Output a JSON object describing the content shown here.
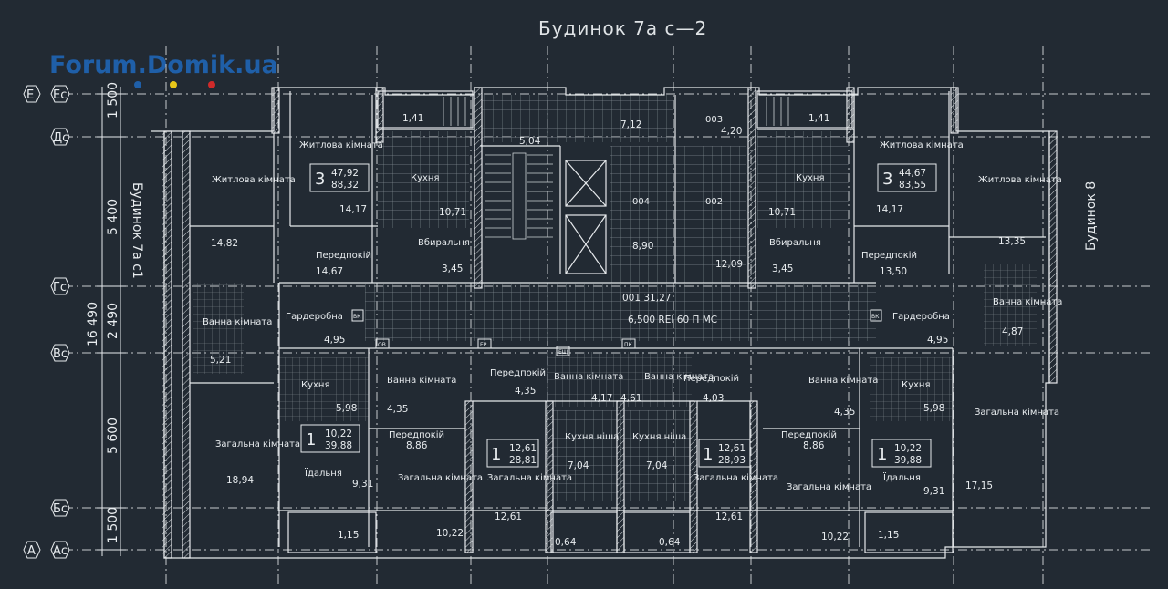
{
  "title": "Будинок 7а с—2",
  "watermark": "Forum.Domik.ua",
  "side_left": "Будинок 7а с1",
  "side_right": "Будинок 8",
  "colors": {
    "background": "#222a33",
    "lines": "#e6e9ec",
    "tile": "#8e979e",
    "watermark": "#1f5fa8",
    "accent_yellow": "#e7c619",
    "accent_red": "#d02a2a"
  },
  "axes": {
    "left_pairs": [
      {
        "a": "Е",
        "b": "Ес"
      },
      {
        "a": "",
        "b": "Дс"
      },
      {
        "a": "",
        "b": "Гс"
      },
      {
        "a": "",
        "b": "Вс"
      },
      {
        "a": "",
        "b": "Бс"
      },
      {
        "a": "А",
        "b": "Ас"
      }
    ],
    "dims": [
      "1 500",
      "5 400",
      "2 490",
      "5 600",
      "1 500"
    ],
    "total": "16 490"
  },
  "corridor": {
    "label": "001  31,27",
    "mark": "6,500   REI 60  П  МС"
  },
  "apartments": {
    "left_top": {
      "rooms": "3",
      "area": "47,92",
      "total": "88,32"
    },
    "right_top": {
      "rooms": "3",
      "area": "44,67",
      "total": "83,55"
    },
    "left_bottom": {
      "rooms": "1",
      "area": "10,22",
      "total": "39,88"
    },
    "center_left": {
      "rooms": "1",
      "area": "12,61",
      "total": "28,81"
    },
    "center_right": {
      "rooms": "1",
      "area": "12,61",
      "total": "28,93"
    },
    "right_bottom": {
      "rooms": "1",
      "area": "10,22",
      "total": "39,88"
    }
  },
  "labels": [
    {
      "text": "Житлова кімната",
      "area": "14,82"
    },
    {
      "text": "Житлова кімната",
      "area": "14,17"
    },
    {
      "text": "Кухня",
      "area": "10,71"
    },
    {
      "text": "1,41"
    },
    {
      "text": "5,04"
    },
    {
      "text": "7,12"
    },
    {
      "text": "003",
      "area": "4,20"
    },
    {
      "text": "004",
      "area": "8,90"
    },
    {
      "text": "002",
      "area": "12,09"
    },
    {
      "text": "Вбиральня",
      "area": "3,45"
    },
    {
      "text": "Передпокій",
      "area": "14,67"
    },
    {
      "text": "Передпокій",
      "area": "13,50"
    },
    {
      "text": "Житлова кімната",
      "area": "13,35"
    },
    {
      "text": "Гардеробна",
      "area": "4,95"
    },
    {
      "text": "Ванна кімната",
      "area": "5,21"
    },
    {
      "text": "Ванна кімната",
      "area": "4,87"
    },
    {
      "text": "Кухня",
      "area": "5,98"
    },
    {
      "text": "Ванна кімната",
      "area": "4,35"
    },
    {
      "text": "Передпокій",
      "area": "8,86"
    },
    {
      "text": "Загальна кімната",
      "area": "18,94"
    },
    {
      "text": "Їдальня",
      "area": "9,31"
    },
    {
      "text": "Загальна кімната",
      "area": "10,22"
    },
    {
      "text": "1,15"
    },
    {
      "text": "Передпокій",
      "area": "4,35"
    },
    {
      "text": "Ванна кімната",
      "area": "4,17"
    },
    {
      "text": "Ванна кімната",
      "area": "4,61"
    },
    {
      "text": "Передпокій",
      "area": "4,03"
    },
    {
      "text": "Кухня ніша",
      "area": "7,04"
    },
    {
      "text": "Загальна кімната",
      "area": "12,61"
    },
    {
      "text": "0,64"
    },
    {
      "text": "Загальна кімната",
      "area": "17,15"
    }
  ],
  "small_marks": [
    "ВК",
    "ОВ",
    "ПК",
    "ЕЩ",
    "ЕР"
  ]
}
